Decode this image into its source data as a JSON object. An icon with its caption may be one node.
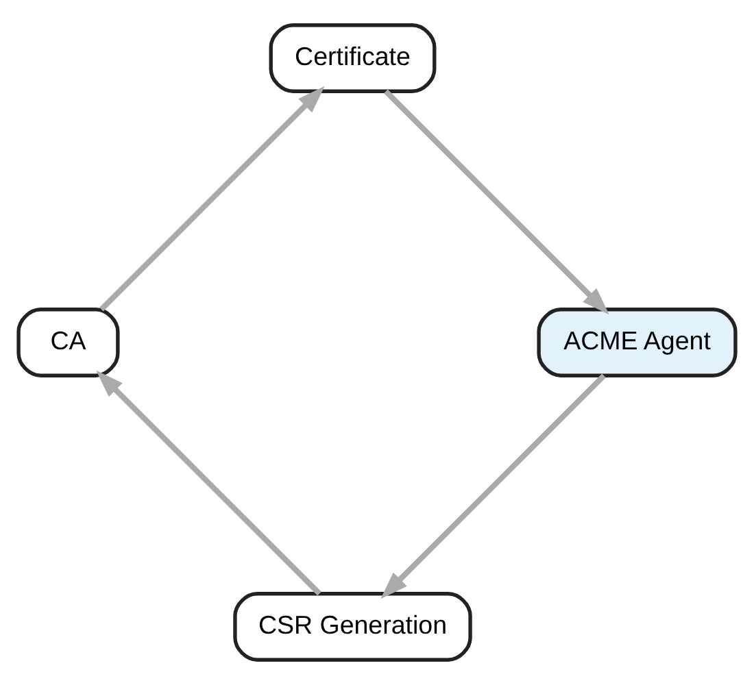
{
  "diagram": {
    "nodes": [
      {
        "text": [
          "CSR Generation"
        ]
      },
      {
        "text": [
          "ACME Agent"
        ]
      },
      {
        "text": [
          "CA"
        ]
      },
      {
        "text": [
          "Certificate"
        ]
      }
    ],
    "edges": [
      {
        "from": 1,
        "to": 0,
        "arrow": "to"
      },
      {
        "from": 0,
        "to": 2,
        "arrow": "to"
      },
      {
        "from": 2,
        "to": 3,
        "arrow": "to"
      },
      {
        "from": 3,
        "to": 1,
        "arrow": "to"
      }
    ]
  }
}
